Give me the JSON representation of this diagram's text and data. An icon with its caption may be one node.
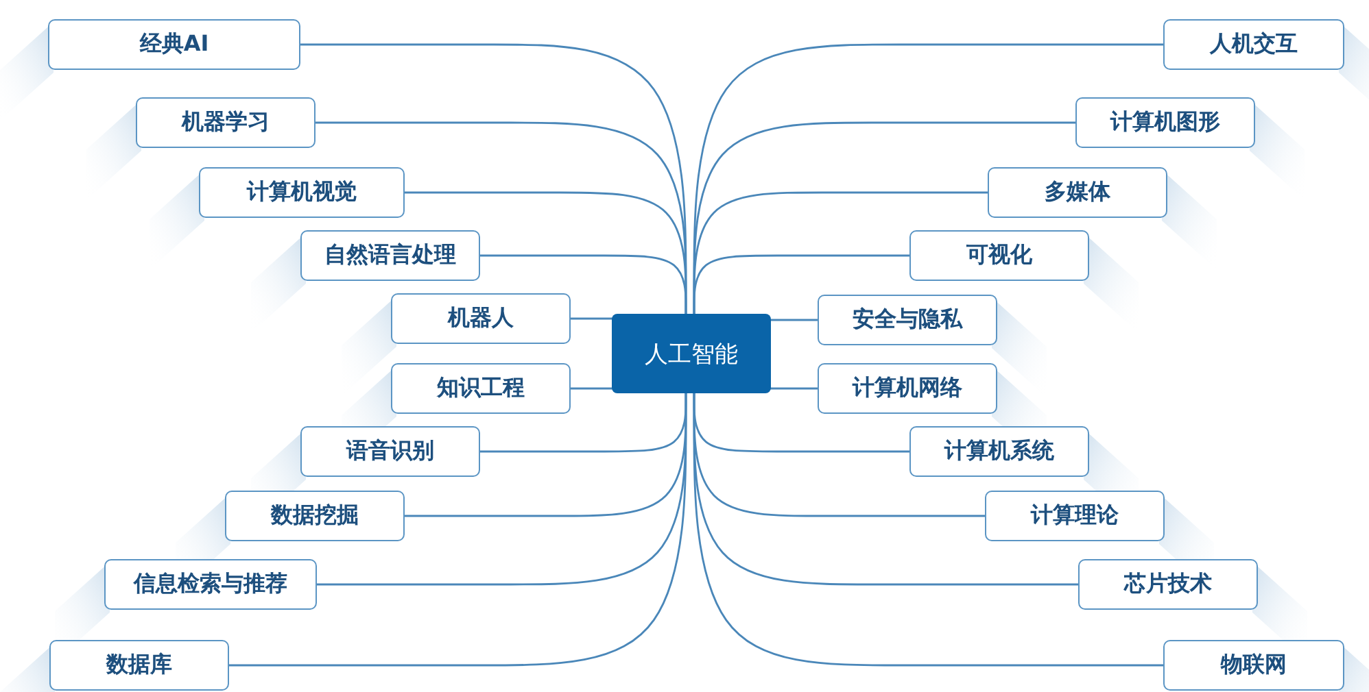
{
  "diagram": {
    "nodes": [
      {
        "text": [
          "人工智能"
        ]
      },
      {
        "text": [
          "经典AI"
        ]
      },
      {
        "text": [
          "机器学习"
        ]
      },
      {
        "text": [
          "计算机视觉"
        ]
      },
      {
        "text": [
          "自然语言处理"
        ]
      },
      {
        "text": [
          "机器人"
        ]
      },
      {
        "text": [
          "知识工程"
        ]
      },
      {
        "text": [
          "语音识别"
        ]
      },
      {
        "text": [
          "数据挖掘"
        ]
      },
      {
        "text": [
          "信息检索与推荐"
        ]
      },
      {
        "text": [
          "数据库"
        ]
      },
      {
        "text": [
          "人机交互"
        ]
      },
      {
        "text": [
          "计算机图形"
        ]
      },
      {
        "text": [
          "多媒体"
        ]
      },
      {
        "text": [
          "可视化"
        ]
      },
      {
        "text": [
          "安全与隐私"
        ]
      },
      {
        "text": [
          "计算机网络"
        ]
      },
      {
        "text": [
          "计算机系统"
        ]
      },
      {
        "text": [
          "计算理论"
        ]
      },
      {
        "text": [
          "芯片技术"
        ]
      },
      {
        "text": [
          "物联网"
        ]
      }
    ],
    "edges": [
      {
        "from": 0,
        "to": 1,
        "arrow": "none"
      },
      {
        "from": 0,
        "to": 2,
        "arrow": "none"
      },
      {
        "from": 0,
        "to": 3,
        "arrow": "none"
      },
      {
        "from": 0,
        "to": 4,
        "arrow": "none"
      },
      {
        "from": 0,
        "to": 5,
        "arrow": "none"
      },
      {
        "from": 0,
        "to": 6,
        "arrow": "none"
      },
      {
        "from": 0,
        "to": 7,
        "arrow": "none"
      },
      {
        "from": 0,
        "to": 8,
        "arrow": "none"
      },
      {
        "from": 0,
        "to": 9,
        "arrow": "none"
      },
      {
        "from": 0,
        "to": 10,
        "arrow": "none"
      },
      {
        "from": 0,
        "to": 11,
        "arrow": "none"
      },
      {
        "from": 0,
        "to": 12,
        "arrow": "none"
      },
      {
        "from": 0,
        "to": 13,
        "arrow": "none"
      },
      {
        "from": 0,
        "to": 14,
        "arrow": "none"
      },
      {
        "from": 0,
        "to": 15,
        "arrow": "none"
      },
      {
        "from": 0,
        "to": 16,
        "arrow": "none"
      },
      {
        "from": 0,
        "to": 17,
        "arrow": "none"
      },
      {
        "from": 0,
        "to": 18,
        "arrow": "none"
      },
      {
        "from": 0,
        "to": 19,
        "arrow": "none"
      },
      {
        "from": 0,
        "to": 20,
        "arrow": "none"
      }
    ]
  }
}
